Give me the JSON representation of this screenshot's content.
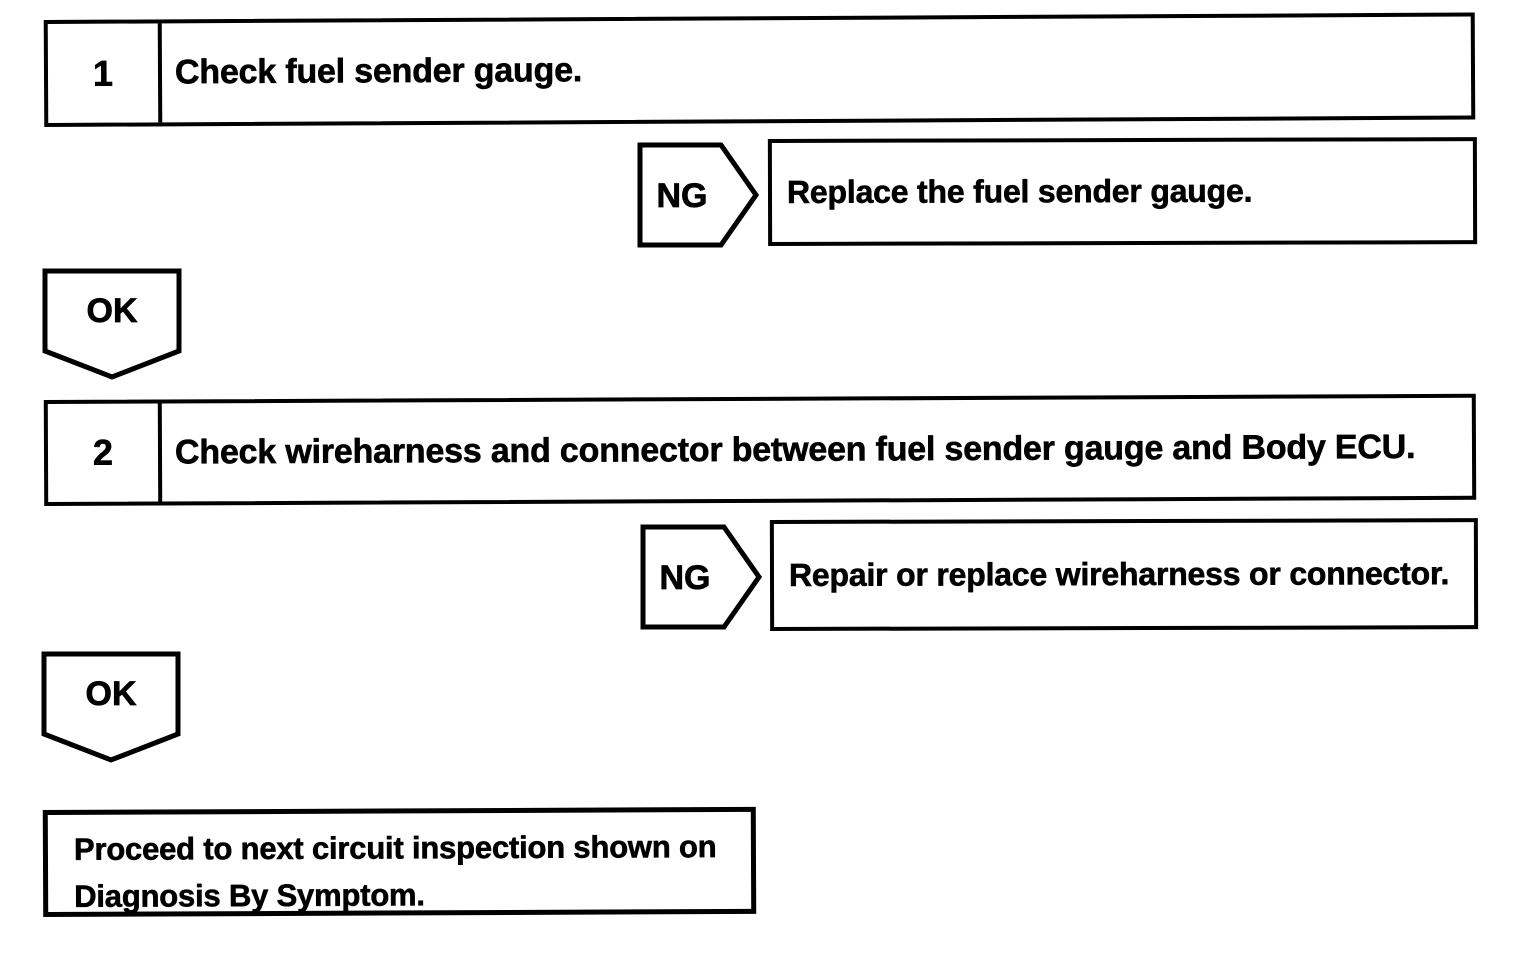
{
  "page": {
    "background_color": "#ffffff",
    "ink_color": "#000000",
    "kind": "diagnostic-inspection-flowchart"
  },
  "flowchart": {
    "steps": [
      {
        "number": "1",
        "instruction": "Check fuel sender gauge.",
        "ng": {
          "label": "NG",
          "action": "Replace the fuel sender gauge."
        },
        "ok": {
          "label": "OK"
        }
      },
      {
        "number": "2",
        "instruction": "Check wireharness and connector between fuel sender gauge and Body ECU.",
        "ng": {
          "label": "NG",
          "action": "Repair or replace wireharness or connector."
        },
        "ok": {
          "label": "OK"
        }
      }
    ],
    "terminal": {
      "line1": "Proceed to next circuit inspection shown on",
      "line2": "Diagnosis By Symptom."
    }
  }
}
